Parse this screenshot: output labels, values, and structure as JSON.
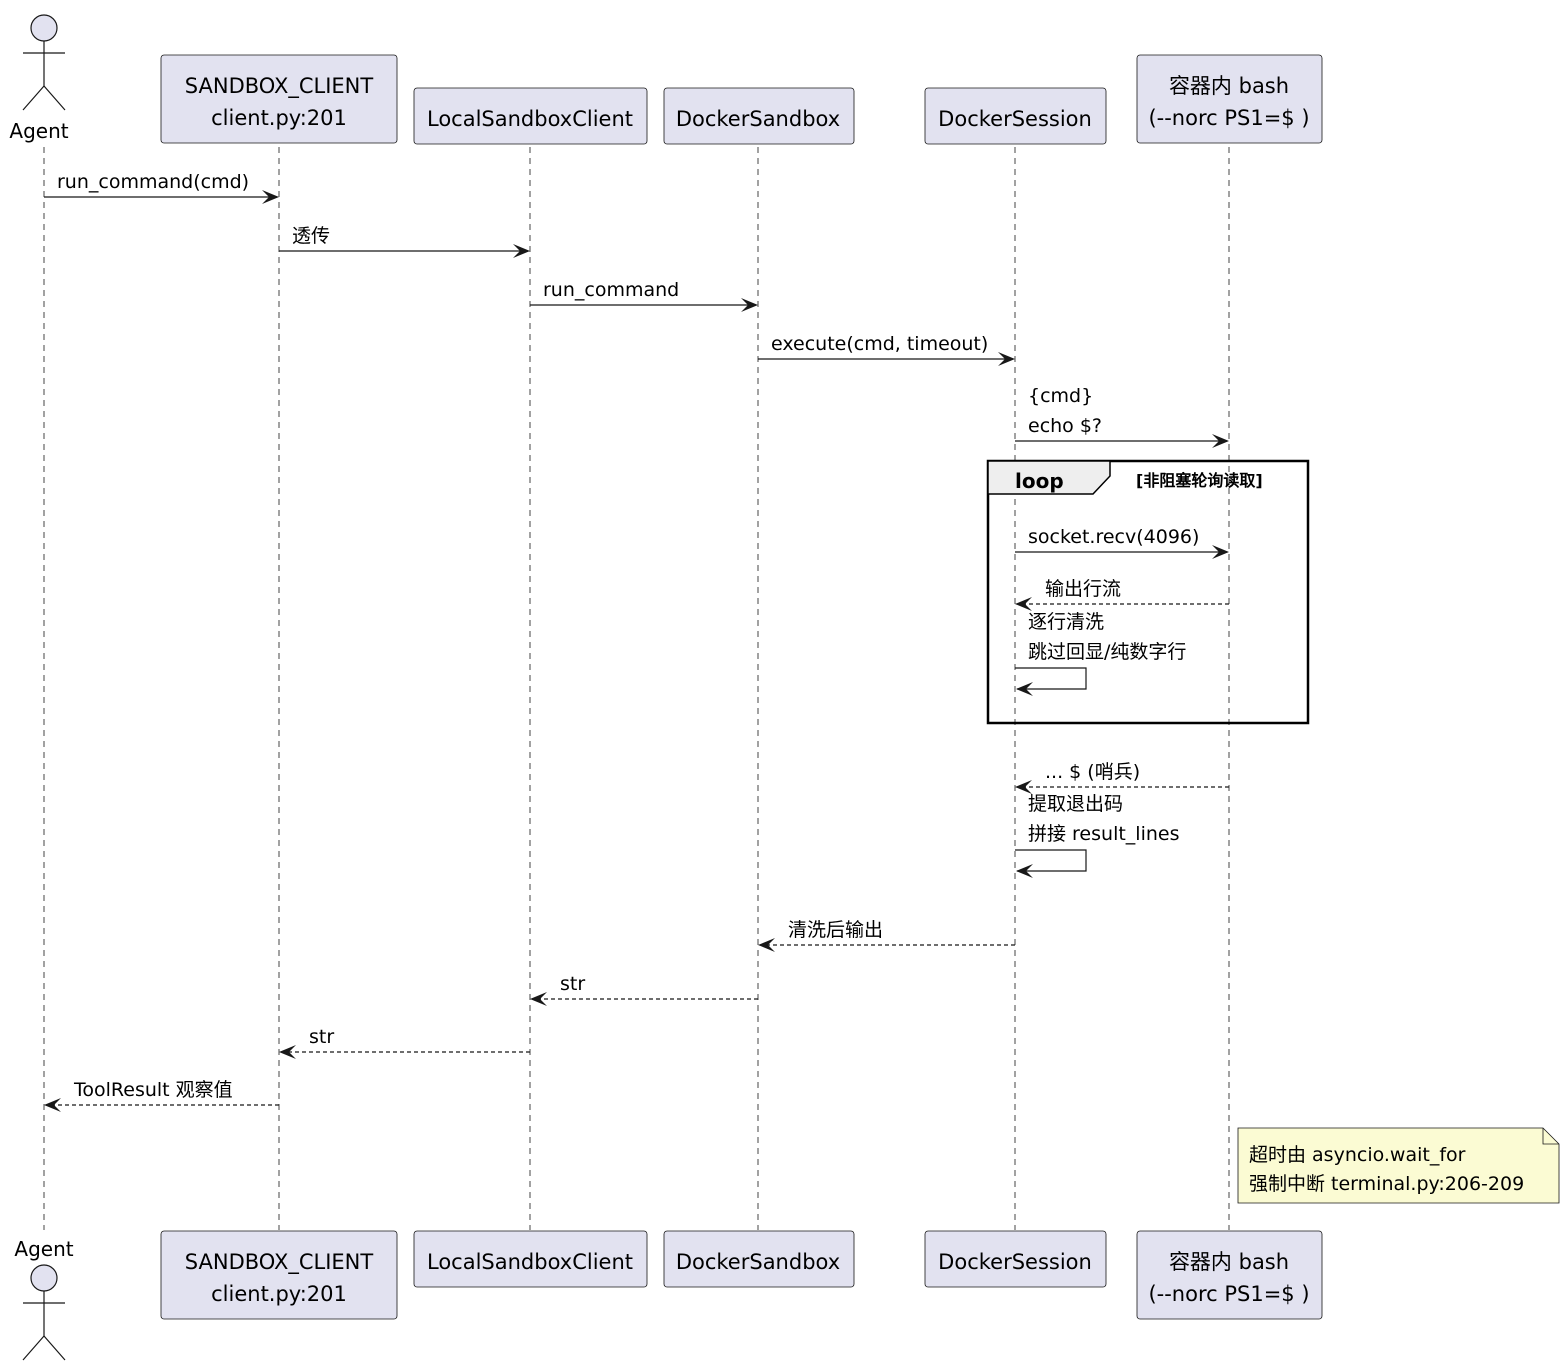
{
  "participants": [
    {
      "id": "agent",
      "lines": [
        "Agent"
      ],
      "kind": "actor"
    },
    {
      "id": "sandbox_client",
      "lines": [
        "SANDBOX_CLIENT",
        "client.py:201"
      ],
      "kind": "participant"
    },
    {
      "id": "local_client",
      "lines": [
        "LocalSandboxClient"
      ],
      "kind": "participant"
    },
    {
      "id": "docker_sandbox",
      "lines": [
        "DockerSandbox"
      ],
      "kind": "participant"
    },
    {
      "id": "docker_session",
      "lines": [
        "DockerSession"
      ],
      "kind": "participant"
    },
    {
      "id": "bash",
      "lines": [
        "容器内 bash",
        "(--norc PS1=$ )"
      ],
      "kind": "participant"
    }
  ],
  "messages": [
    {
      "from": "agent",
      "to": "sandbox_client",
      "type": "sync",
      "lines": [
        "run_command(cmd)"
      ]
    },
    {
      "from": "sandbox_client",
      "to": "local_client",
      "type": "sync",
      "lines": [
        "透传"
      ]
    },
    {
      "from": "local_client",
      "to": "docker_sandbox",
      "type": "sync",
      "lines": [
        "run_command"
      ]
    },
    {
      "from": "docker_sandbox",
      "to": "docker_session",
      "type": "sync",
      "lines": [
        "execute(cmd, timeout)"
      ]
    },
    {
      "from": "docker_session",
      "to": "bash",
      "type": "sync",
      "lines": [
        "{cmd}",
        "echo $?"
      ]
    },
    {
      "from": "docker_session",
      "to": "bash",
      "type": "sync",
      "lines": [
        "socket.recv(4096)"
      ]
    },
    {
      "from": "bash",
      "to": "docker_session",
      "type": "reply",
      "lines": [
        "输出行流"
      ]
    },
    {
      "from": "docker_session",
      "to": "docker_session",
      "type": "self",
      "lines": [
        "逐行清洗",
        "跳过回显/纯数字行"
      ]
    },
    {
      "from": "bash",
      "to": "docker_session",
      "type": "reply",
      "lines": [
        "... $ (哨兵)"
      ]
    },
    {
      "from": "docker_session",
      "to": "docker_session",
      "type": "self",
      "lines": [
        "提取退出码",
        "拼接 result_lines"
      ]
    },
    {
      "from": "docker_session",
      "to": "docker_sandbox",
      "type": "reply",
      "lines": [
        "清洗后输出"
      ]
    },
    {
      "from": "docker_sandbox",
      "to": "local_client",
      "type": "reply",
      "lines": [
        "str"
      ]
    },
    {
      "from": "local_client",
      "to": "sandbox_client",
      "type": "reply",
      "lines": [
        "str"
      ]
    },
    {
      "from": "sandbox_client",
      "to": "agent",
      "type": "reply",
      "lines": [
        "ToolResult 观察值"
      ]
    }
  ],
  "loop": {
    "label": "loop",
    "condition": "[非阻塞轮询读取]",
    "first_message": 5,
    "last_message": 7
  },
  "note": {
    "over": "bash",
    "lines": [
      "超时由 asyncio.wait_for",
      "强制中断 terminal.py:206-209"
    ]
  },
  "colors": {
    "participant_fill": "#e2e2f0",
    "line": "#181818",
    "note_fill": "#fbfbd3",
    "frame_tab": "#eeeeee"
  }
}
